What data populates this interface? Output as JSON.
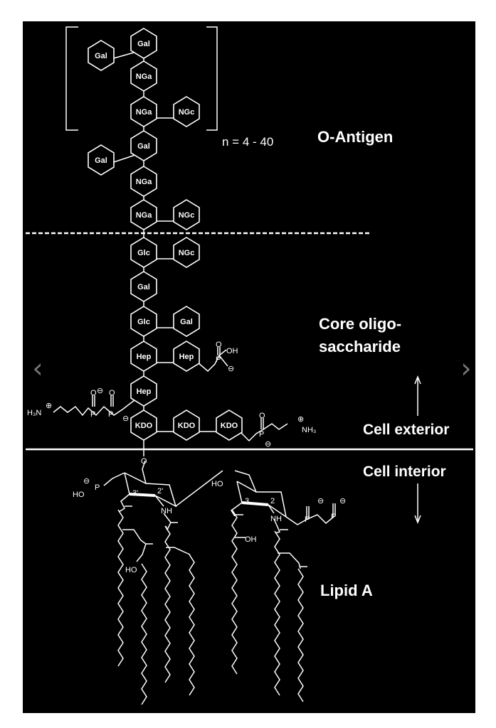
{
  "diagram": {
    "o_antigen": {
      "title": "O-Antigen",
      "repeat": "n = 4 - 40",
      "sugars": [
        "Gal",
        "Gal",
        "NGa",
        "NGa",
        "NGc",
        "Gal",
        "Gal",
        "NGa",
        "NGa",
        "NGc"
      ]
    },
    "core": {
      "title_line1": "Core oligo-",
      "title_line2": "saccharide",
      "sugars": [
        "NGc",
        "Glc",
        "Gal",
        "Glc",
        "Gal",
        "Hep",
        "Hep",
        "Hep",
        "KDO",
        "KDO",
        "KDO"
      ]
    },
    "labels": {
      "cell_exterior": "Cell exterior",
      "cell_interior": "Cell interior",
      "lipid_a": "Lipid A"
    },
    "atoms": {
      "h3n": "H₃N",
      "plus": "⊕",
      "minus": "⊖",
      "o": "O",
      "p": "P",
      "oh": "OH",
      "ho": "HO",
      "nh3": "NH₃",
      "nh": "NH",
      "pos3p": "3'",
      "pos2p": "2'",
      "pos3": "3",
      "pos2": "2"
    },
    "navigation": {
      "prev_icon": "chevron-left-icon",
      "next_icon": "chevron-right-icon",
      "prev": "‹",
      "next": "›"
    }
  }
}
